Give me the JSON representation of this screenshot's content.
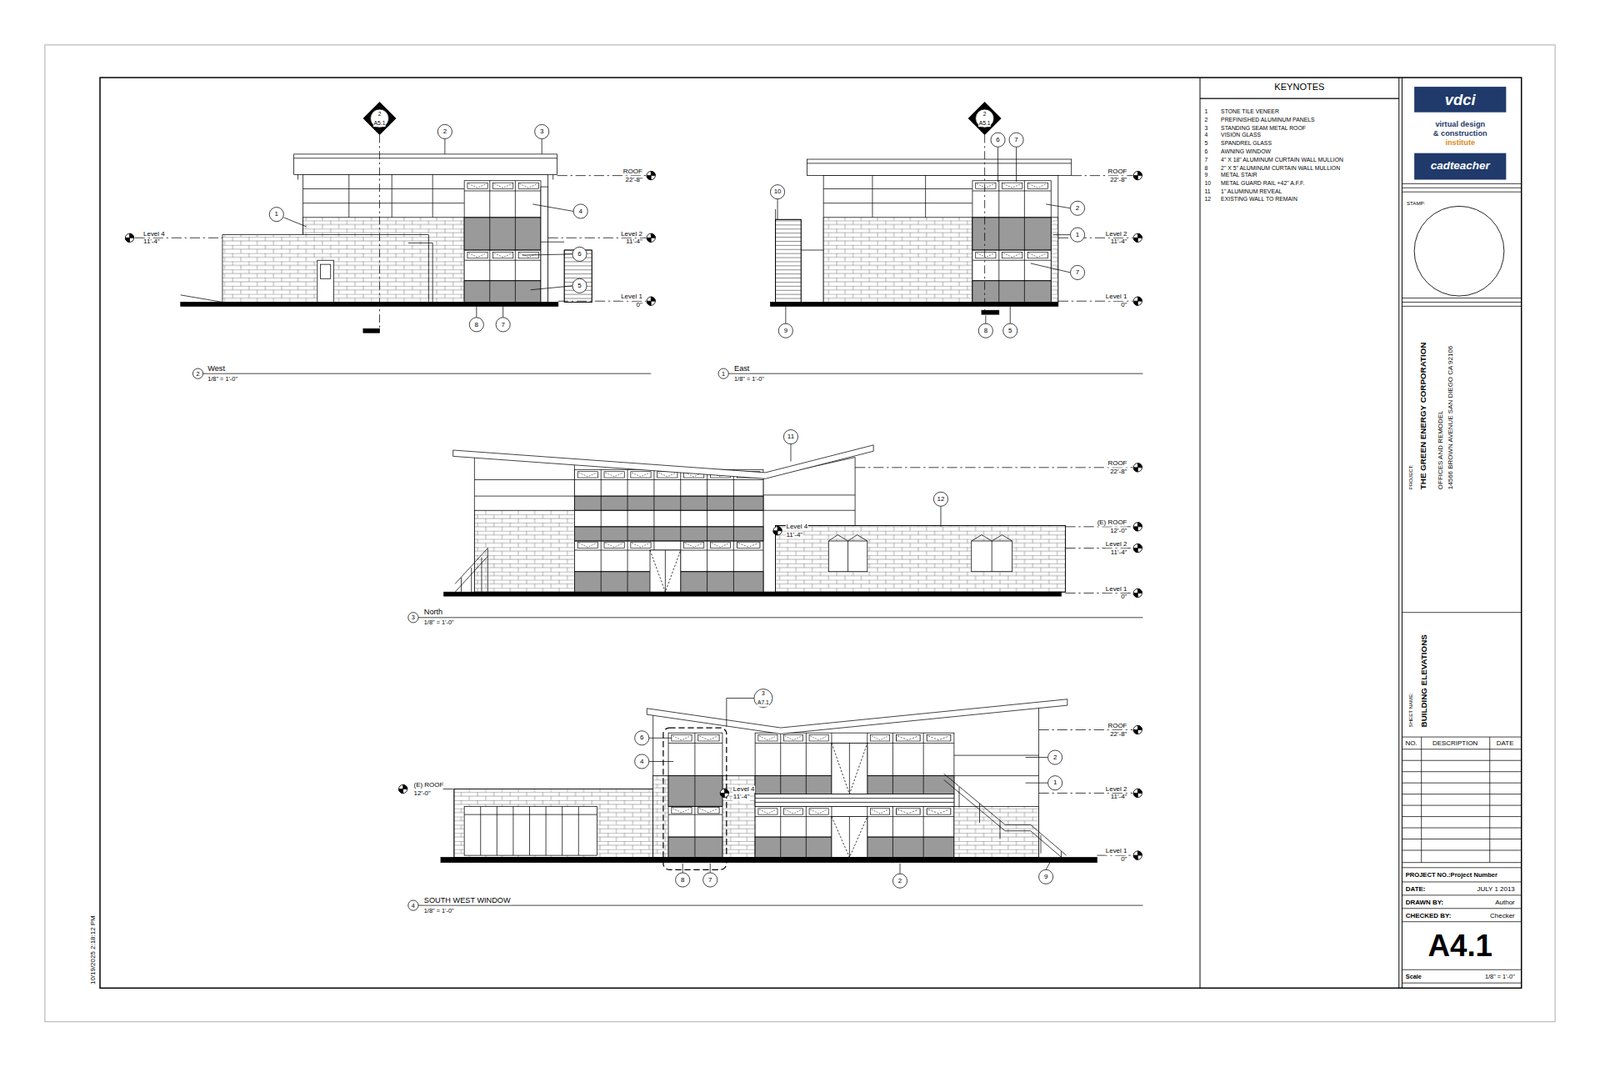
{
  "diagram": {
    "nodes": [
      {
        "text": [
          "KEYNOTES"
        ]
      },
      {
        "text": [
          "vdci"
        ]
      },
      {
        "text": [
          "cadteacher"
        ]
      }
    ],
    "edges": [],
    "labels": [
      "1",
      "STONE TILE VENEER",
      "2",
      "PREFINISHED ALUMINUM PANELS",
      "3",
      "STANDING SEAM METAL ROOF",
      "4",
      "VISION GLASS",
      "5",
      "SPANDREL GLASS",
      "6",
      "AWNING WINDOW",
      "7",
      "4\" X 18\" ALUMINUM CURTAIN WALL MULLION",
      "8",
      "2\" X 5\" ALUMINUM CURTAIN WALL MULLION",
      "9",
      "METAL STAIR",
      "10",
      "METAL GUARD RAIL +42\" A.F.F.",
      "11",
      "1\" ALUMINUM REVEAL",
      "12",
      "EXISTING WALL TO REMAIN",
      "virtual design",
      "& construction",
      "institute",
      "STAMP:",
      "PROJECT:",
      "THE GREEN ENERGY CORPORATION",
      "OFFICES AND REMODEL",
      "14566 BROWN AVENUE SAN DIEGO CA 92106",
      "SHEET NAME:",
      "BUILDING ELEVATIONS",
      "NO.",
      "DESCRIPTION",
      "DATE",
      "PROJECT NO.:Project Number",
      "DATE:",
      "JULY 1 2013",
      "DRAWN BY:",
      "Author",
      "CHECKED BY:",
      "Checker",
      "A4.1",
      "Scale",
      "1/8\" = 1'-0\"",
      "10/19/2025 2:18:12 PM",
      "2",
      "A5.1",
      "2",
      "3",
      "1",
      "4",
      "6",
      "5",
      "8",
      "7",
      "Level 4",
      "11'-4\"",
      "ROOF",
      "22'-8\"",
      "Level 2",
      "11'-4\"",
      "Level 1",
      "0\"",
      "2",
      "West",
      "1/8\" = 1'-0\"",
      "2",
      "A5.1",
      "6",
      "7",
      "10",
      "2",
      "1",
      "7",
      "9",
      "8",
      "5",
      "ROOF",
      "22'-8\"",
      "Level 2",
      "11'-4\"",
      "Level 1",
      "0\"",
      "1",
      "East",
      "1/8\" = 1'-0\"",
      "11",
      "12",
      "ROOF",
      "22'-8\"",
      "(E) ROOF",
      "12'-0\"",
      "Level 2",
      "11'-4\"",
      "Level 1",
      "0\"",
      "Level 4",
      "11'-4\"",
      "3",
      "North",
      "1/8\" = 1'-0\"",
      "3",
      "A7.1",
      "6",
      "4",
      "2",
      "1",
      "8",
      "7",
      "2",
      "9",
      "ROOF",
      "22'-8\"",
      "Level 2",
      "11'-4\"",
      "Level 1",
      "0\"",
      "(E) ROOF",
      "12'-0\"",
      "Level 4",
      "11'-4\"",
      "4",
      "SOUTH WEST WINDOW",
      "1/8\" = 1'-0\""
    ]
  }
}
